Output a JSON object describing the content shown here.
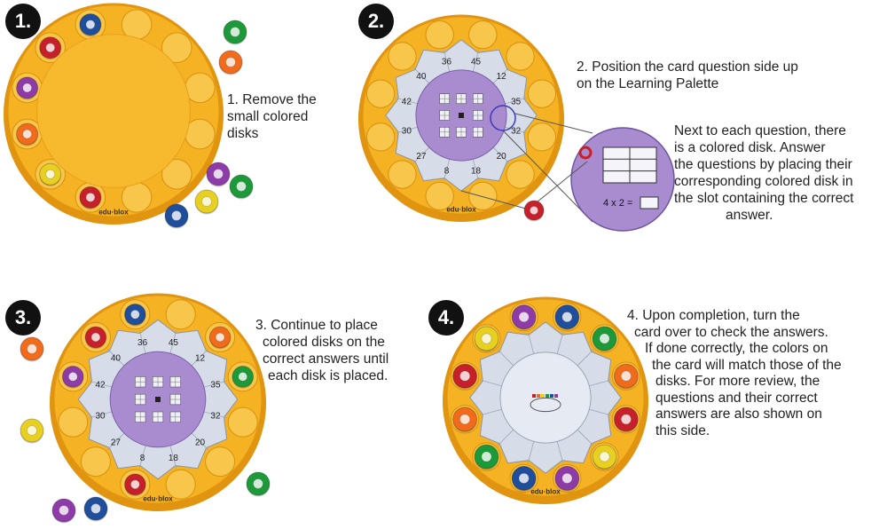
{
  "steps": [
    {
      "badge": "1.",
      "caption_lines": [
        "1. Remove the",
        "small colored",
        "disks"
      ]
    },
    {
      "badge": "2.",
      "caption_lines": [
        "2. Position the card question side up",
        "on the Learning Palette"
      ]
    },
    {
      "badge": "3.",
      "caption_lines": [
        "3. Continue to place",
        "colored disks on the",
        "correct answers until",
        "each disk is placed."
      ]
    },
    {
      "badge": "4.",
      "caption_lines": [
        "4. Upon completion, turn the",
        "card over to check the answers.",
        "If done correctly, the colors on",
        "the card will match those of the",
        "disks. For more review, the",
        "questions and their correct",
        "answers are also shown on",
        "this side."
      ]
    }
  ],
  "callout": {
    "lines": [
      "Next to each question, there",
      "is a colored disk. Answer",
      "the questions by placing their",
      "corresponding colored disk in",
      "the slot containing the correct",
      "answer."
    ],
    "zoom_equation": "4 x 2 ="
  },
  "card_answers": [
    "36",
    "45",
    "12",
    "35",
    "32",
    "20",
    "18",
    "8",
    "27",
    "30",
    "42",
    "40"
  ],
  "logo_text": "edu·blox",
  "colors": {
    "palette_yellow": "#f5b324",
    "palette_edge": "#e09410",
    "card_gray": "#d6dde8",
    "card_purple": "#a98bd0",
    "disk_red": "#c8202a",
    "disk_blue": "#1f4e9c",
    "disk_green": "#1c9a3a",
    "disk_orange": "#f26a1b",
    "disk_purple": "#8e3aa8",
    "disk_yellow": "#e8d020"
  }
}
